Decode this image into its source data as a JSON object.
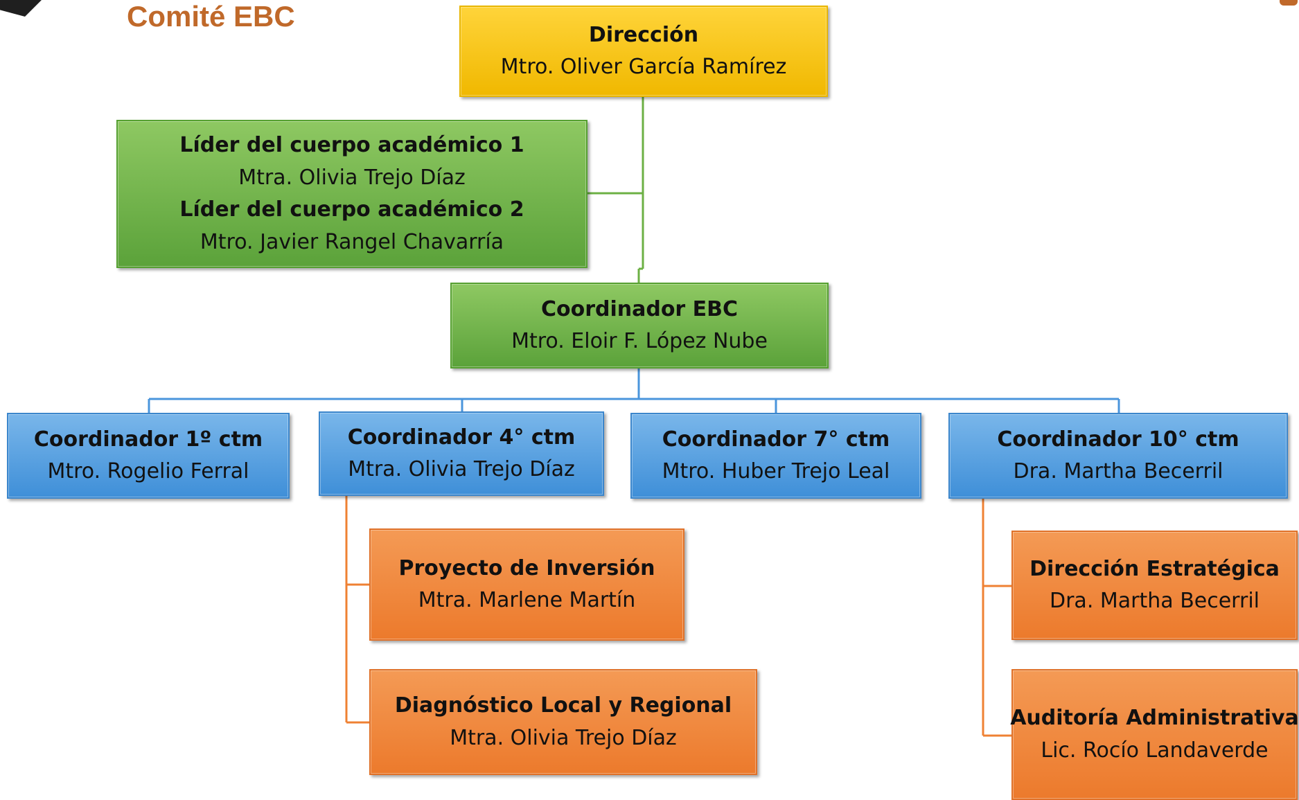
{
  "header": {
    "title": "Comité EBC"
  },
  "colors": {
    "title": "#c0692a",
    "direction": "#f5c400",
    "green": "#6cb044",
    "blue": "#4a95dc",
    "orange": "#ef8133"
  },
  "nodes": {
    "direccion": {
      "title": "Dirección",
      "name": "Mtro. Oliver García Ramírez"
    },
    "lideres": {
      "title1": "Líder del cuerpo académico 1",
      "name1": "Mtra. Olivia Trejo Díaz",
      "title2": "Líder del cuerpo académico 2",
      "name2": "Mtro. Javier Rangel Chavarría"
    },
    "coordinador_ebc": {
      "title": "Coordinador EBC",
      "name": "Mtro. Eloir F. López Nube"
    },
    "coord_1": {
      "title": "Coordinador 1º ctm",
      "name": "Mtro. Rogelio Ferral"
    },
    "coord_4": {
      "title": "Coordinador 4° ctm",
      "name": "Mtra. Olivia Trejo Díaz"
    },
    "coord_7": {
      "title": "Coordinador 7° ctm",
      "name": "Mtro. Huber Trejo Leal"
    },
    "coord_10": {
      "title": "Coordinador 10° ctm",
      "name": "Dra. Martha Becerril"
    },
    "proyecto": {
      "title": "Proyecto de Inversión",
      "name": "Mtra. Marlene Martín"
    },
    "diagnostico": {
      "title": "Diagnóstico Local y Regional",
      "name": "Mtra. Olivia Trejo Díaz"
    },
    "direccion_estrategica": {
      "title": "Dirección Estratégica",
      "name": "Dra. Martha Becerril"
    },
    "auditoria": {
      "title": "Auditoría Administrativa",
      "name": "Lic. Rocío Landaverde"
    }
  }
}
